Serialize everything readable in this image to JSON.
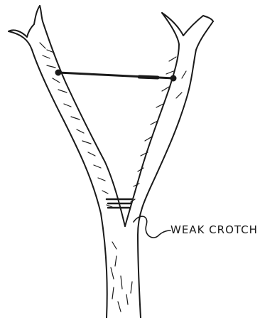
{
  "illustration": {
    "callout": {
      "label": "WEAK CROTCH"
    },
    "colors": {
      "ink": "#1a1a1a",
      "paper": "#ffffff"
    },
    "parts": [
      "tree-trunk",
      "left-branch",
      "right-branch",
      "cable-brace",
      "crotch-bolt-rod",
      "callout-leader"
    ]
  }
}
